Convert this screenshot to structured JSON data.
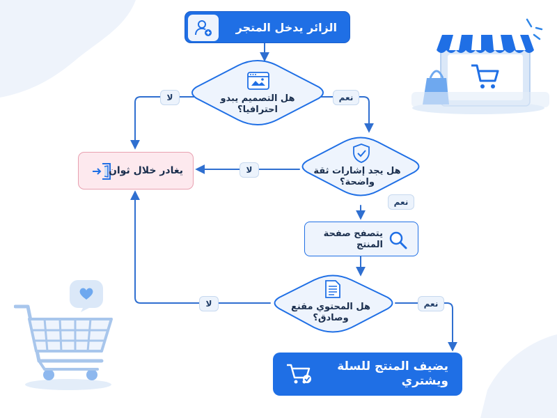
{
  "flowchart": {
    "start": {
      "label": "الزائر يدخل المتجر",
      "icon": "user-add-icon"
    },
    "decision_design": {
      "label": "هل التصميم يبدو احترافيا؟",
      "icon": "browser-window-icon"
    },
    "decision_trust": {
      "label": "هل يجد إشارات ثقة واضحة؟",
      "icon": "shield-check-icon"
    },
    "browse_product": {
      "label": "يتصفح صفحة المنتج",
      "icon": "magnifier-icon"
    },
    "decision_content": {
      "label": "هل المحتوي مقنع وصادق؟",
      "icon": "document-icon"
    },
    "leave": {
      "label": "يغادر خلال ثوان",
      "icon": "exit-door-icon"
    },
    "buy": {
      "label": "يضيف المنتج للسلة ويشتري",
      "icon": "cart-check-icon"
    }
  },
  "edge_labels": {
    "yes": "نعم",
    "no": "لا"
  },
  "colors": {
    "primary": "#1f6fe5",
    "arrow": "#2f6fd0",
    "decision_fill": "#eef4fd",
    "decision_stroke": "#1f6fe5",
    "leave_fill": "#fde9ee",
    "leave_stroke": "#e8a0b0",
    "decor_light": "#cfe0f6"
  },
  "decorations": [
    "store-awning-illustration",
    "shopping-cart-heart-illustration"
  ]
}
